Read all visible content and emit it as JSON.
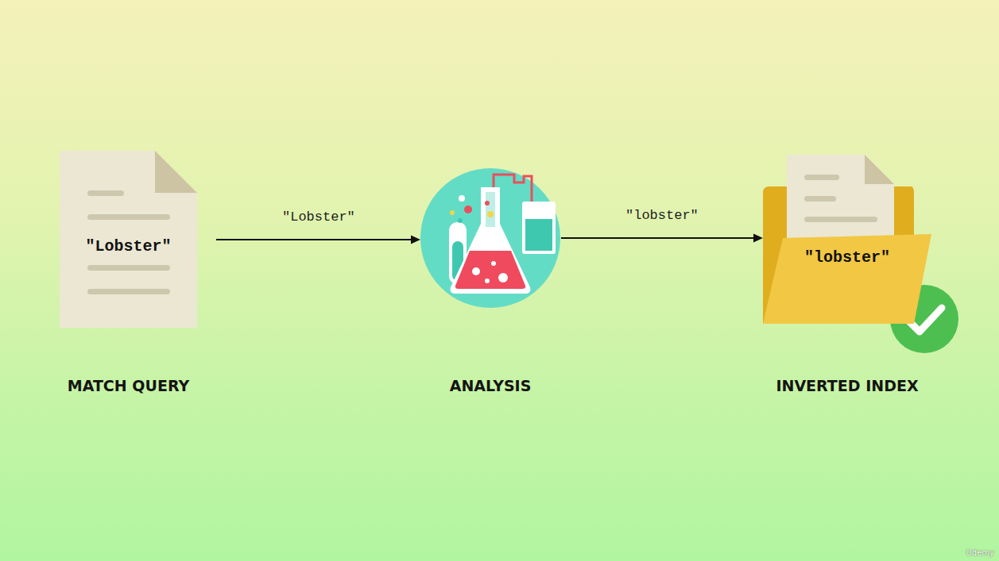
{
  "diagram": {
    "nodes": [
      {
        "text": [
          "\"Lobster\"",
          "MATCH QUERY"
        ]
      },
      {
        "text": [
          "ANALYSIS"
        ]
      },
      {
        "text": [
          "\"lobster\"",
          "INVERTED INDEX"
        ]
      }
    ],
    "edges": [
      {
        "from": 0,
        "to": 1,
        "label": "\"Lobster\"",
        "arrow": "to"
      },
      {
        "from": 1,
        "to": 2,
        "label": "\"lobster\"",
        "arrow": "to"
      }
    ],
    "labels": [
      "Udemy"
    ]
  }
}
